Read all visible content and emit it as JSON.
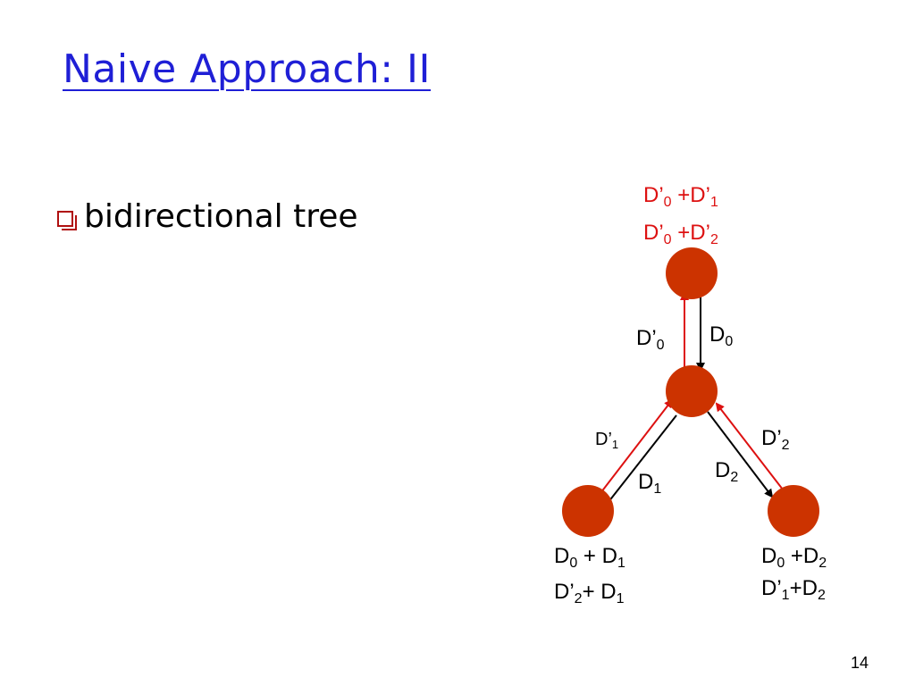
{
  "slide": {
    "title": "Naive Approach: II",
    "bullet": "bidirectional tree",
    "page_number": "14"
  },
  "colors": {
    "title": "#1f1fd6",
    "node_fill": "#cc3300",
    "up_arrow": "#dd1111",
    "down_arrow": "#000000",
    "root_label": "#dd1111"
  },
  "diagram": {
    "nodes": [
      {
        "id": "root",
        "labels": [
          [
            {
              "t": "D’"
            },
            {
              "s": "0"
            },
            {
              "t": " +D’"
            },
            {
              "s": "1"
            }
          ],
          [
            {
              "t": "D’"
            },
            {
              "s": "0"
            },
            {
              "t": " +D’"
            },
            {
              "s": "2"
            }
          ]
        ]
      },
      {
        "id": "middle",
        "labels": []
      },
      {
        "id": "left-leaf",
        "labels": [
          [
            {
              "t": "D"
            },
            {
              "s": "0"
            },
            {
              "t": " + D"
            },
            {
              "s": "1"
            }
          ],
          [
            {
              "t": "D’"
            },
            {
              "s": "2"
            },
            {
              "t": "+ D"
            },
            {
              "s": "1"
            }
          ]
        ]
      },
      {
        "id": "right-leaf",
        "labels": [
          [
            {
              "t": "D"
            },
            {
              "s": "0"
            },
            {
              "t": " +D"
            },
            {
              "s": "2"
            }
          ],
          [
            {
              "t": "D’"
            },
            {
              "s": "1"
            },
            {
              "t": "+D"
            },
            {
              "s": "2"
            }
          ]
        ]
      }
    ],
    "edges": [
      {
        "from": "middle",
        "to": "root",
        "direction": "up",
        "label": [
          {
            "t": "D’"
          },
          {
            "s": "0"
          }
        ]
      },
      {
        "from": "root",
        "to": "middle",
        "direction": "down",
        "label": [
          {
            "t": "D"
          },
          {
            "s": "0"
          }
        ]
      },
      {
        "from": "left-leaf",
        "to": "middle",
        "direction": "up",
        "label": [
          {
            "t": "D’"
          },
          {
            "s": "1"
          }
        ]
      },
      {
        "from": "middle",
        "to": "left-leaf",
        "direction": "down",
        "label": [
          {
            "t": "D"
          },
          {
            "s": "1"
          }
        ]
      },
      {
        "from": "right-leaf",
        "to": "middle",
        "direction": "up",
        "label": [
          {
            "t": "D’"
          },
          {
            "s": "2"
          }
        ]
      },
      {
        "from": "middle",
        "to": "right-leaf",
        "direction": "down",
        "label": [
          {
            "t": "D"
          },
          {
            "s": "2"
          }
        ]
      }
    ]
  }
}
